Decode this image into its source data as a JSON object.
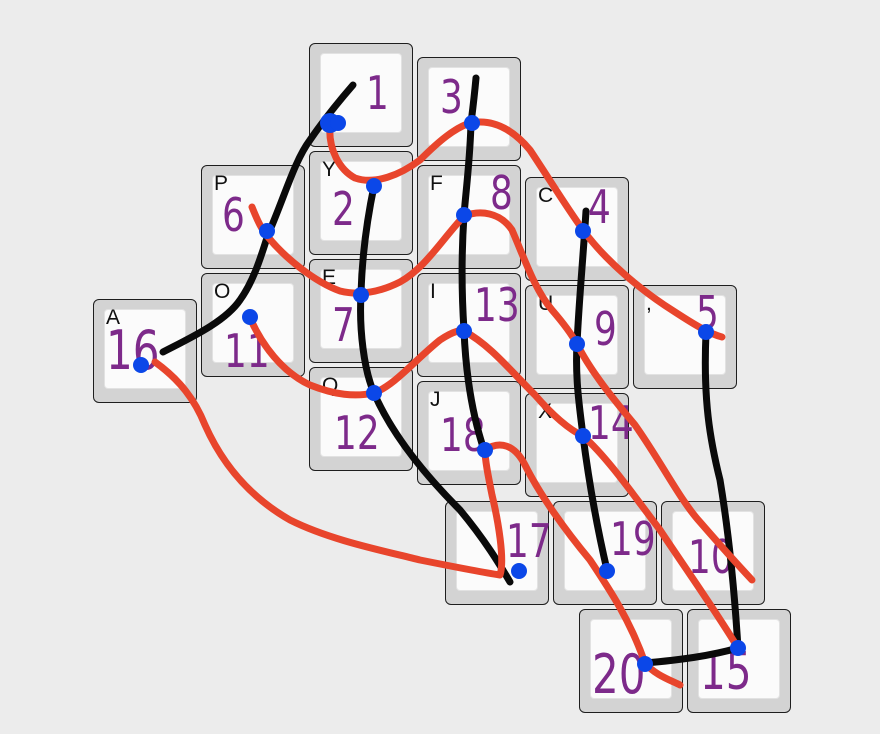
{
  "colors": {
    "background": "#ececec",
    "black_path": "#0a0a0a",
    "red_path": "#e8452c",
    "dot": "#0b47e8",
    "number": "#7d2a8a"
  },
  "keys": [
    {
      "id": "k1",
      "label": "",
      "number": "1"
    },
    {
      "id": "k3",
      "label": "",
      "number": "3"
    },
    {
      "id": "kP",
      "label": "P",
      "number": "6"
    },
    {
      "id": "kY",
      "label": "Y",
      "number": "2"
    },
    {
      "id": "kF",
      "label": "F",
      "number": "8"
    },
    {
      "id": "kC",
      "label": "C",
      "number": "4"
    },
    {
      "id": "kA",
      "label": "A",
      "number": "16"
    },
    {
      "id": "kO",
      "label": "O",
      "number": "11"
    },
    {
      "id": "kE",
      "label": "E",
      "number": "7"
    },
    {
      "id": "kI",
      "label": "I",
      "number": "13"
    },
    {
      "id": "kU",
      "label": "U",
      "number": "9"
    },
    {
      "id": "kComma",
      "label": ",",
      "number": "5"
    },
    {
      "id": "kQ",
      "label": "Q",
      "number": "12"
    },
    {
      "id": "kJ",
      "label": "J",
      "number": "18"
    },
    {
      "id": "kX",
      "label": "X",
      "number": "14"
    },
    {
      "id": "k17",
      "label": "",
      "number": "17"
    },
    {
      "id": "k19",
      "label": "",
      "number": "19"
    },
    {
      "id": "k10",
      "label": "",
      "number": "10"
    },
    {
      "id": "k20",
      "label": "",
      "number": "20"
    },
    {
      "id": "k15",
      "label": "",
      "number": "15"
    }
  ]
}
